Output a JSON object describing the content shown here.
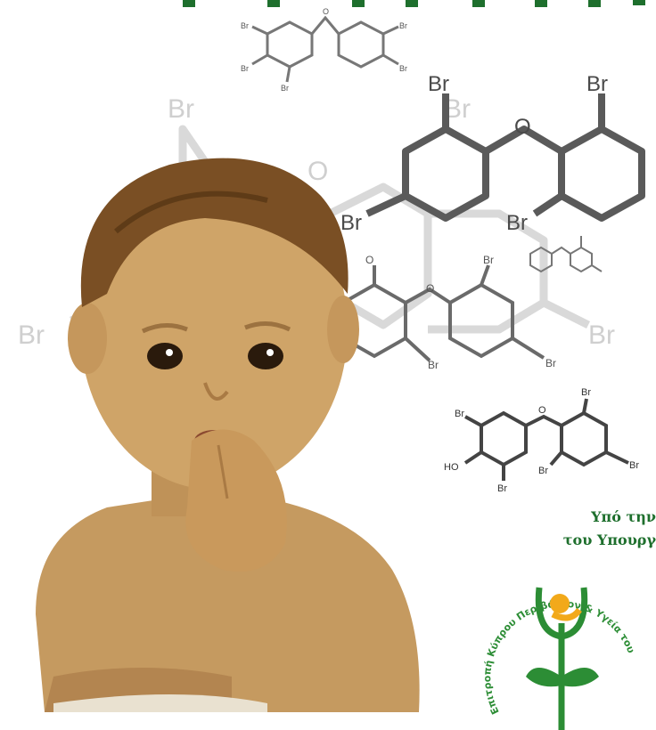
{
  "caption": {
    "line1": "Υπό την",
    "line2": "του Υπουργ"
  },
  "logo": {
    "ring_text": "Επιτροπή Κύπρου Περιβάλλον & Υγεία του"
  },
  "molecule_label": "Br",
  "molecule_label_ho": "HO",
  "molecule_label_o": "O",
  "colors": {
    "green": "#1e6f2d",
    "logo_green": "#2c8d35",
    "logo_orange": "#f2a91a",
    "skin": "#c99a5c",
    "hair": "#7a4f24",
    "bond_dark": "#555555",
    "bond_light": "#d7d7d7"
  }
}
